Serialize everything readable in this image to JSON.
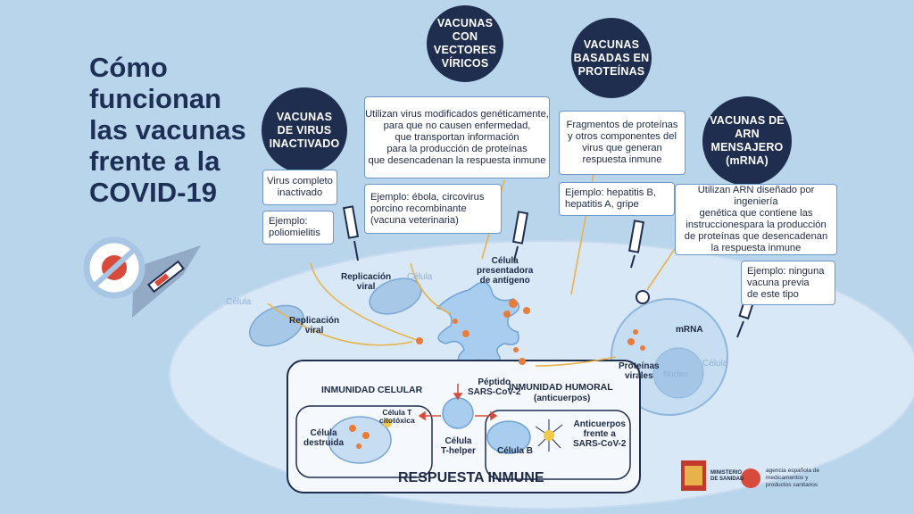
{
  "title_lines": [
    "Cómo",
    "funcionan",
    "las vacunas",
    "frente a la",
    "COVID-19"
  ],
  "vaccine_types": [
    {
      "title_lines": [
        "VACUNAS",
        "DE VIRUS",
        "INACTIVADO"
      ],
      "description_lines": [
        "Virus completo",
        "inactivado"
      ],
      "example_lines": [
        "Ejemplo:",
        "poliomielitis"
      ]
    },
    {
      "title_lines": [
        "VACUNAS",
        "CON VECTORES",
        "VÍRICOS"
      ],
      "description_lines": [
        "Utilizan virus modificados genéticamente,",
        "para que no causen enfermedad,",
        "que transportan información",
        "para la producción de proteínas",
        "que desencadenan la respuesta inmune"
      ],
      "example_lines": [
        "Ejemplo: ébola, circovirus",
        "porcino recombinante",
        "(vacuna veterinaria)"
      ]
    },
    {
      "title_lines": [
        "VACUNAS",
        "BASADAS EN",
        "PROTEÍNAS"
      ],
      "description_lines": [
        "Fragmentos de proteínas",
        "y otros componentes del",
        "virus que generan",
        "respuesta inmune"
      ],
      "example_lines": [
        "Ejemplo: hepatitis B,",
        "hepatitis A, gripe"
      ]
    },
    {
      "title_lines": [
        "VACUNAS DE",
        "ARN MENSAJERO",
        "(mRNA)"
      ],
      "description_lines": [
        "Utilizan ARN diseñado por ingeniería",
        "genética que contiene las",
        "instruccionespara la producción",
        "de proteínas que desencadenan",
        "la respuesta inmune"
      ],
      "example_lines": [
        "Ejemplo: ninguna",
        "vacuna previa",
        "de este tipo"
      ]
    }
  ],
  "labels": {
    "celula_1": "Célula",
    "replicacion_viral_1": [
      "Replicación",
      "viral"
    ],
    "replicacion_viral_2": [
      "Replicación",
      "viral"
    ],
    "celula_2": "Célula",
    "celula_presentadora": [
      "Célula",
      "presentadora",
      "de antígeno"
    ],
    "mrna": "mRNA",
    "proteinas_virales": [
      "Proteínas",
      "virales"
    ],
    "nucleo": "Núcleo",
    "celula_3": "Célula",
    "peptido": [
      "Péptido",
      "SARS-CoV-2"
    ],
    "inmunidad_celular": "INMUNIDAD CELULAR",
    "inmunidad_humoral": "INMUNIDAD HUMORAL",
    "anticuerpos_paren": "(anticuerpos)",
    "celula_t_citotoxica": [
      "Célula T",
      "citotóxica"
    ],
    "celula_destruida": [
      "Célula",
      "destruida"
    ],
    "celula_t_helper": [
      "Célula",
      "T-helper"
    ],
    "celula_b": "Célula B",
    "anticuerpos_frente": [
      "Anticuerpos",
      "frente a",
      "SARS-CoV-2"
    ],
    "respuesta_inmune": "RESPUESTA INMUNE"
  },
  "logos": {
    "ministerio_lines": [
      "MINISTERIO",
      "DE SANIDAD"
    ],
    "agencia_lines": [
      "agencia española de",
      "medicamentos y",
      "productos sanitarios"
    ]
  },
  "colors": {
    "background": "#b9d5ec",
    "navy": "#1f2d4f",
    "cell": "#d7e7f6",
    "arrow": "#e8b24a",
    "red": "#d84a3a"
  }
}
